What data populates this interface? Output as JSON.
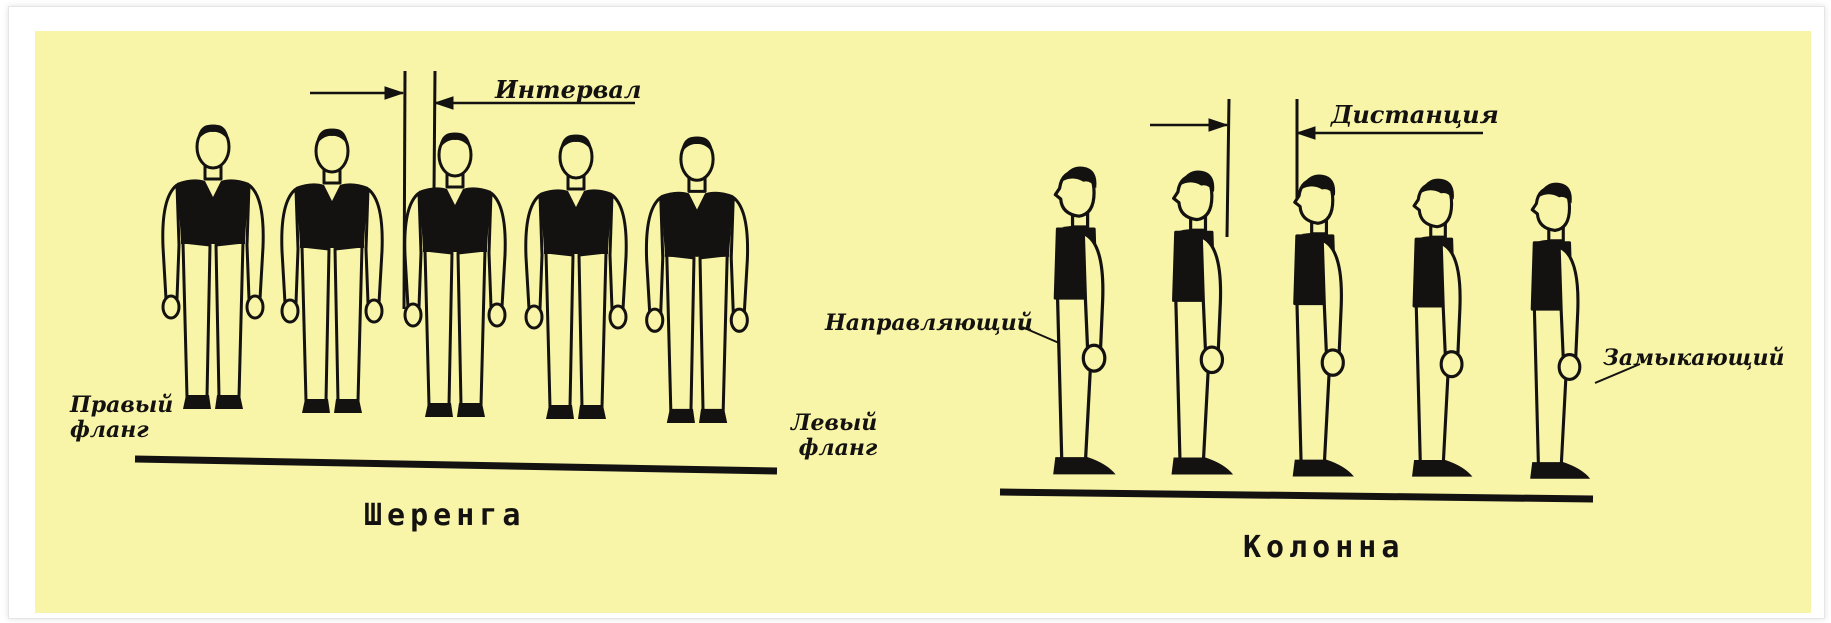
{
  "image": {
    "type": "illustration",
    "subject": "formation-diagram",
    "colors": {
      "paper": "#f8f5a8",
      "ink": "#141210",
      "frame": "#ffffff"
    }
  },
  "labels": {
    "interval": "Интервал",
    "distance": "Дистанция",
    "right_flank_line1": "Правый",
    "right_flank_line2": "фланг",
    "left_flank_line1": "Левый",
    "left_flank_line2": "фланг",
    "leading": "Направляющий",
    "closing": "Замыкающий"
  },
  "captions": {
    "rank": "Шеренга",
    "column": "Колонна"
  },
  "figures": {
    "rank_count": 5,
    "column_count": 5
  }
}
